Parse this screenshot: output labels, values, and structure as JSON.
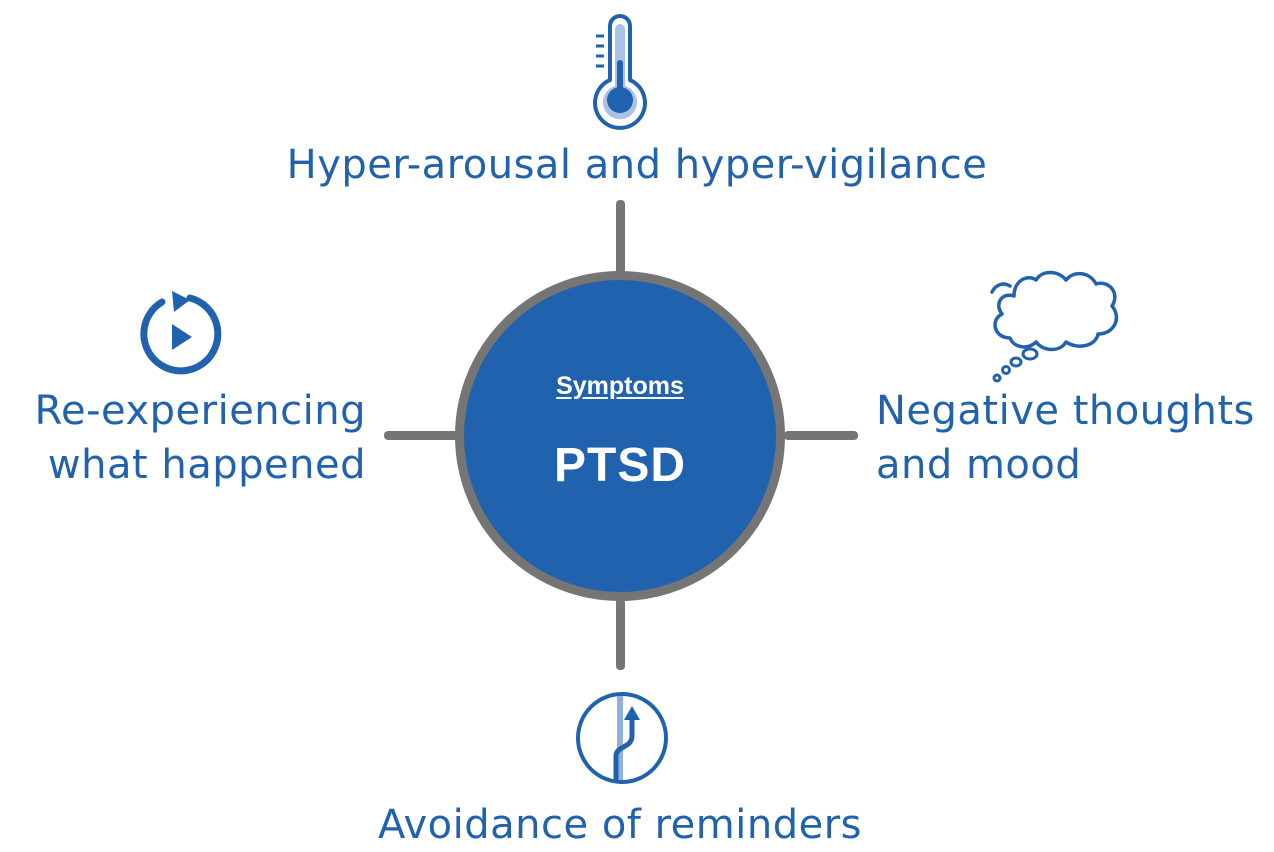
{
  "hub": {
    "caption": "Symptoms",
    "title": "PTSD"
  },
  "symptoms": {
    "top": {
      "label": "Hyper-arousal and hyper-vigilance",
      "icon": "thermometer-icon"
    },
    "left": {
      "lines": [
        "Re-experiencing",
        "what happened"
      ],
      "icon": "replay-icon"
    },
    "right": {
      "lines": [
        "Negative thoughts",
        "and mood"
      ],
      "icon": "thought-cloud-icon"
    },
    "bottom": {
      "label": "Avoidance of reminders",
      "icon": "detour-icon"
    }
  },
  "colors": {
    "accent": "#2162ae",
    "light_accent": "#8fb1dc",
    "connector": "#757575",
    "hub_text": "#ffffff"
  }
}
